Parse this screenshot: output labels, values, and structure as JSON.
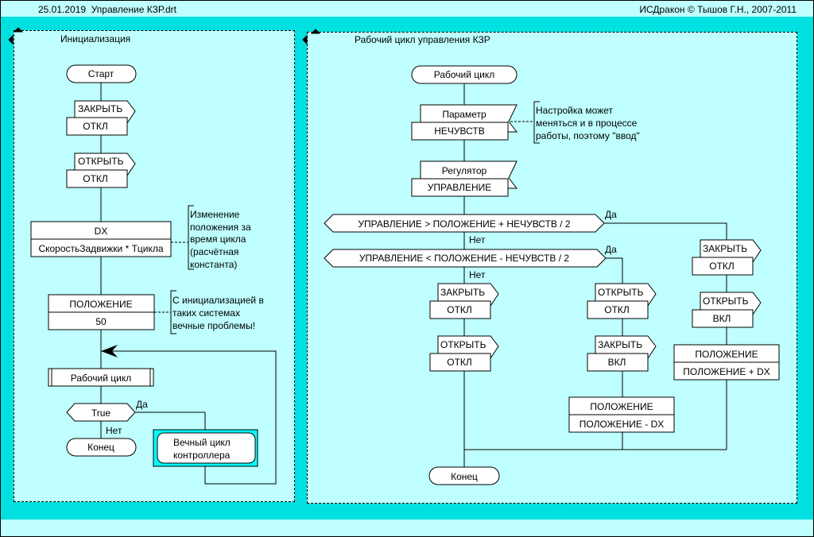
{
  "header": {
    "title": "25.01.2019  Управление КЗР.drt",
    "copyright": "ИСДракон © Тышов Г.Н., 2007-2011"
  },
  "colors": {
    "canvas": "#bfffff",
    "border": "#00e0e0",
    "block": "#ffffff",
    "line": "#000000"
  },
  "left_panel": {
    "title": "Инициализация",
    "start": "Старт",
    "output1": {
      "signal": "ЗАКРЫТЬ",
      "value": "ОТКЛ"
    },
    "output2": {
      "signal": "ОТКРЫТЬ",
      "value": "ОТКЛ"
    },
    "action_dx": {
      "name": "DX",
      "value": "СкоростьЗадвижки * Тцикла"
    },
    "comment_dx": [
      "Изменение",
      "положения за",
      "время цикла",
      "(расчётная",
      "константа)"
    ],
    "action_pos": {
      "name": "ПОЛОЖЕНИЕ",
      "value": "50"
    },
    "comment_pos": [
      "С инициализацией в",
      "таких системах",
      "вечные проблемы!"
    ],
    "insertion": "Рабочий цикл",
    "question": "True",
    "yes": "Да",
    "no": "Нет",
    "end": "Конец",
    "loop_block": [
      "Вечный цикл",
      "контроллера"
    ]
  },
  "right_panel": {
    "title": "Рабочий цикл управления КЗР",
    "start": "Рабочий цикл",
    "input1": {
      "name": "Параметр",
      "value": "НЕЧУВСТВ"
    },
    "comment_input": [
      "Настройка может",
      "меняться и в процессе",
      "работы, поэтому \"ввод\""
    ],
    "input2": {
      "name": "Регулятор",
      "value": "УПРАВЛЕНИЕ"
    },
    "question1": "УПРАВЛЕНИЕ > ПОЛОЖЕНИЕ + НЕЧУВСТВ / 2",
    "question2": "УПРАВЛЕНИЕ < ПОЛОЖЕНИЕ - НЕЧУВСТВ / 2",
    "yes": "Да",
    "no": "Нет",
    "branch_no": [
      {
        "signal": "ЗАКРЫТЬ",
        "value": "ОТКЛ"
      },
      {
        "signal": "ОТКРЫТЬ",
        "value": "ОТКЛ"
      }
    ],
    "branch_less": [
      {
        "signal": "ОТКРЫТЬ",
        "value": "ОТКЛ"
      },
      {
        "signal": "ЗАКРЫТЬ",
        "value": "ВКЛ"
      }
    ],
    "action_less": {
      "name": "ПОЛОЖЕНИЕ",
      "value": "ПОЛОЖЕНИЕ - DX"
    },
    "branch_greater": [
      {
        "signal": "ЗАКРЫТЬ",
        "value": "ОТКЛ"
      },
      {
        "signal": "ОТКРЫТЬ",
        "value": "ВКЛ"
      }
    ],
    "action_greater": {
      "name": "ПОЛОЖЕНИЕ",
      "value": "ПОЛОЖЕНИЕ + DX"
    },
    "end": "Конец"
  }
}
